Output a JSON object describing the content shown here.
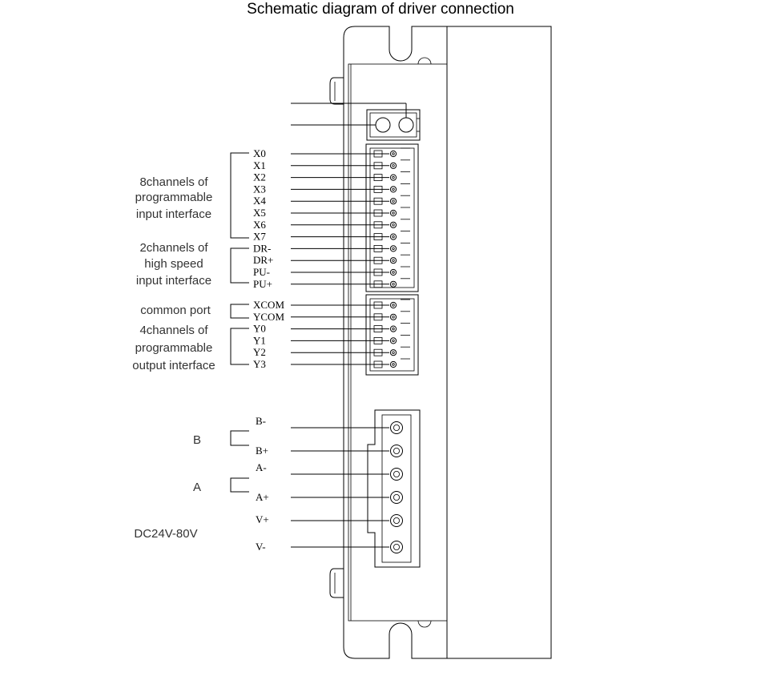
{
  "title": "Schematic diagram of driver connection",
  "groups": {
    "input8": [
      "8channels of",
      "programmable",
      "input interface"
    ],
    "highspeed": [
      "2channels of",
      "high speed",
      "input interface"
    ],
    "common": [
      "common port"
    ],
    "output4": [
      "4channels of",
      "programmable",
      "output interface"
    ],
    "phase_b": "B",
    "phase_a": "A",
    "power": "DC24V-80V"
  },
  "signal_pins": [
    "X0",
    "X1",
    "X2",
    "X3",
    "X4",
    "X5",
    "X6",
    "X7",
    "DR-",
    "DR+",
    "PU-",
    "PU+",
    "XCOM",
    "YCOM",
    "Y0",
    "Y1",
    "Y2",
    "Y3"
  ],
  "power_pins": [
    "B-",
    "B+",
    "A-",
    "A+",
    "V+",
    "V-"
  ]
}
